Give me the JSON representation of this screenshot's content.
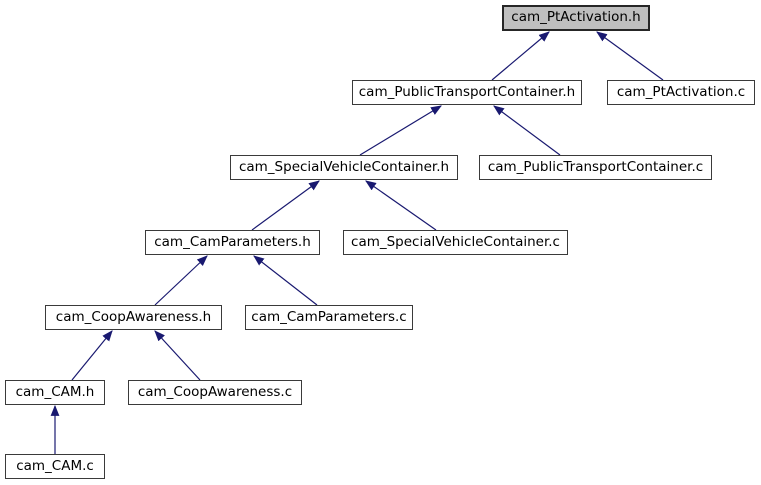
{
  "diagram": {
    "kind": "included-by dependency graph",
    "colors": {
      "edge": "#191970",
      "node_border": "#3a3a3a",
      "node_fill": "#ffffff",
      "main_node_fill": "#bfbfbf",
      "main_node_border": "#262626",
      "text": "#000000",
      "background": "#ffffff"
    },
    "nodes": [
      {
        "id": "cam_PtActivation_h",
        "label": "cam_PtActivation.h",
        "main": true
      },
      {
        "id": "cam_PublicTransportContainer_h",
        "label": "cam_PublicTransportContainer.h",
        "main": false
      },
      {
        "id": "cam_PtActivation_c",
        "label": "cam_PtActivation.c",
        "main": false
      },
      {
        "id": "cam_SpecialVehicleContainer_h",
        "label": "cam_SpecialVehicleContainer.h",
        "main": false
      },
      {
        "id": "cam_PublicTransportContainer_c",
        "label": "cam_PublicTransportContainer.c",
        "main": false
      },
      {
        "id": "cam_CamParameters_h",
        "label": "cam_CamParameters.h",
        "main": false
      },
      {
        "id": "cam_SpecialVehicleContainer_c",
        "label": "cam_SpecialVehicleContainer.c",
        "main": false
      },
      {
        "id": "cam_CoopAwareness_h",
        "label": "cam_CoopAwareness.h",
        "main": false
      },
      {
        "id": "cam_CamParameters_c",
        "label": "cam_CamParameters.c",
        "main": false
      },
      {
        "id": "cam_CAM_h",
        "label": "cam_CAM.h",
        "main": false
      },
      {
        "id": "cam_CoopAwareness_c",
        "label": "cam_CoopAwareness.c",
        "main": false
      },
      {
        "id": "cam_CAM_c",
        "label": "cam_CAM.c",
        "main": false
      }
    ],
    "edges": [
      {
        "from": "cam_PublicTransportContainer.h",
        "to": "cam_PtActivation.h"
      },
      {
        "from": "cam_PtActivation.c",
        "to": "cam_PtActivation.h"
      },
      {
        "from": "cam_SpecialVehicleContainer.h",
        "to": "cam_PublicTransportContainer.h"
      },
      {
        "from": "cam_PublicTransportContainer.c",
        "to": "cam_PublicTransportContainer.h"
      },
      {
        "from": "cam_CamParameters.h",
        "to": "cam_SpecialVehicleContainer.h"
      },
      {
        "from": "cam_SpecialVehicleContainer.c",
        "to": "cam_SpecialVehicleContainer.h"
      },
      {
        "from": "cam_CoopAwareness.h",
        "to": "cam_CamParameters.h"
      },
      {
        "from": "cam_CamParameters.c",
        "to": "cam_CamParameters.h"
      },
      {
        "from": "cam_CAM.h",
        "to": "cam_CoopAwareness.h"
      },
      {
        "from": "cam_CoopAwareness.c",
        "to": "cam_CoopAwareness.h"
      },
      {
        "from": "cam_CAM.c",
        "to": "cam_CAM.h"
      }
    ]
  }
}
